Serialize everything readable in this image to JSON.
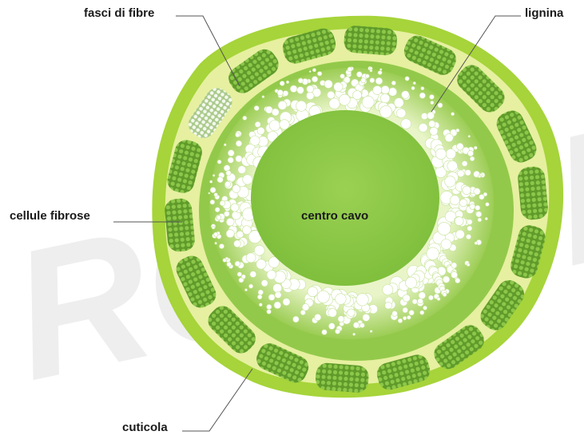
{
  "labels": {
    "fiber_bundles": "fasci di fibre",
    "lignin": "lignina",
    "fiber_cells": "cellule fibrose",
    "hollow_center": "centro cavo",
    "cuticle": "cuticola"
  },
  "watermark": {
    "text": "RGOUN"
  },
  "colors": {
    "outer_rim": "#a6d43a",
    "cortex": "#e8f29a",
    "inner_ring": "#8cc63f",
    "lignin_band": "#c5e08a",
    "hollow_center": "#8ec948",
    "fiber_bundle": "#6ea832",
    "label_line": "#555555"
  }
}
